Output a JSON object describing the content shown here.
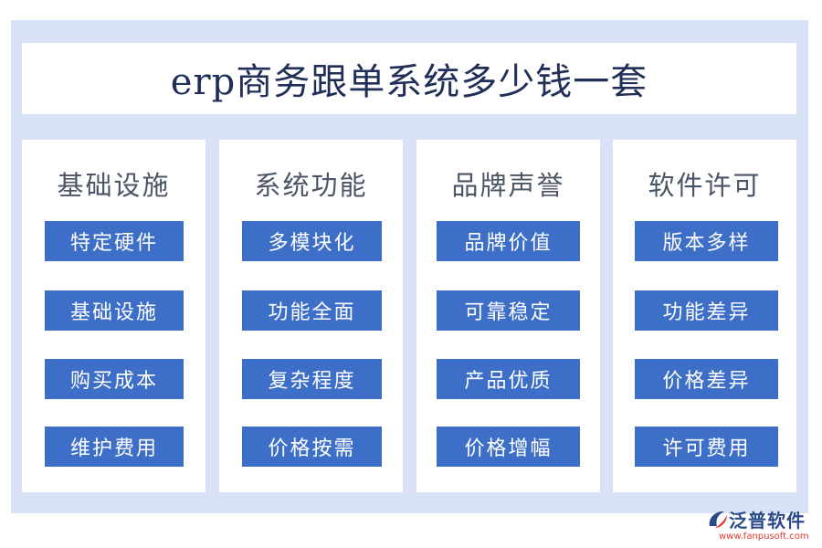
{
  "title": "erp商务跟单系统多少钱一套",
  "columns": [
    {
      "title": "基础设施",
      "items": [
        "特定硬件",
        "基础设施",
        "购买成本",
        "维护费用"
      ]
    },
    {
      "title": "系统功能",
      "items": [
        "多模块化",
        "功能全面",
        "复杂程度",
        "价格按需"
      ]
    },
    {
      "title": "品牌声誉",
      "items": [
        "品牌价值",
        "可靠稳定",
        "产品优质",
        "价格增幅"
      ]
    },
    {
      "title": "软件许可",
      "items": [
        "版本多样",
        "功能差异",
        "价格差异",
        "许可费用"
      ]
    }
  ],
  "logo": {
    "name": "泛普软件",
    "url": "www.fanpusoft.com",
    "icon": "fanpu-logo-icon"
  },
  "colors": {
    "frame": "#d8e1f5",
    "item_bg": "#3e6fc8",
    "title_text": "#1f2f57",
    "logo_url": "#e23a2f"
  }
}
